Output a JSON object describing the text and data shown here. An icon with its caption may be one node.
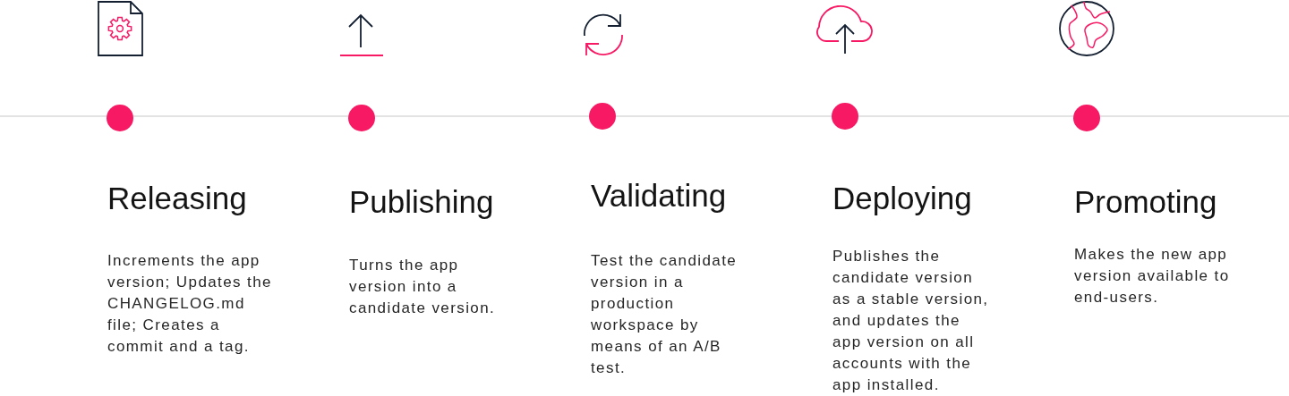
{
  "diagram": {
    "nodes": [
      {
        "text": [],
        "shape": "circle",
        "beside": [
          "Releasing",
          "Increments the app version; Updates the CHANGELOG.md file; Creates a commit and a tag."
        ]
      },
      {
        "text": [],
        "shape": "circle",
        "beside": [
          "Publishing",
          "Turns the app version into a candidate version."
        ]
      },
      {
        "text": [],
        "shape": "circle",
        "beside": [
          "Validating",
          "Test the candidate version in a production workspace by means of an A/B test."
        ]
      },
      {
        "text": [],
        "shape": "circle",
        "beside": [
          "Deploying",
          "Publishes the candidate version as a stable version, and updates the app version on all accounts with the app installed."
        ]
      },
      {
        "text": [],
        "shape": "circle",
        "beside": [
          "Promoting",
          "Makes the new app version available to end-users."
        ]
      }
    ],
    "edges": [
      {
        "from": null,
        "to": 0,
        "arrow": "none"
      },
      {
        "from": 0,
        "to": 1,
        "arrow": "none"
      },
      {
        "from": 1,
        "to": 2,
        "arrow": "none"
      },
      {
        "from": 2,
        "to": 3,
        "arrow": "none"
      },
      {
        "from": 3,
        "to": 4,
        "arrow": "none"
      },
      {
        "from": 4,
        "to": null,
        "arrow": "none"
      }
    ]
  }
}
